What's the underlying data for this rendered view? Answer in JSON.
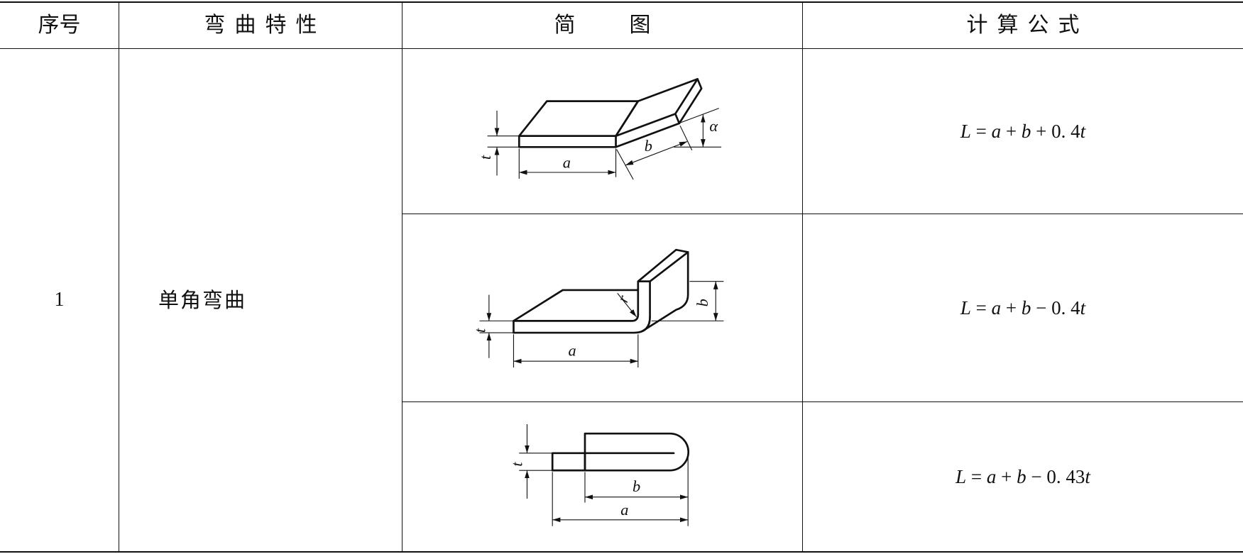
{
  "table": {
    "headers": {
      "index": "序号",
      "feature": "弯曲特性",
      "sketch": "简图",
      "formula": "计算公式"
    },
    "rows": [
      {
        "index": "1",
        "feature": "单角弯曲",
        "formulas": [
          "L = a + b + 0. 4t",
          "L = a + b − 0. 4t",
          "L = a + b − 0. 43t"
        ]
      }
    ]
  },
  "diagrams": [
    {
      "t": "t",
      "a": "a",
      "b": "b",
      "alpha": "α"
    },
    {
      "t": "t",
      "a": "a",
      "b": "b",
      "r": "r"
    },
    {
      "t": "t",
      "a": "a",
      "b": "b"
    }
  ],
  "colors": {
    "ink": "#111111",
    "background": "#ffffff"
  }
}
